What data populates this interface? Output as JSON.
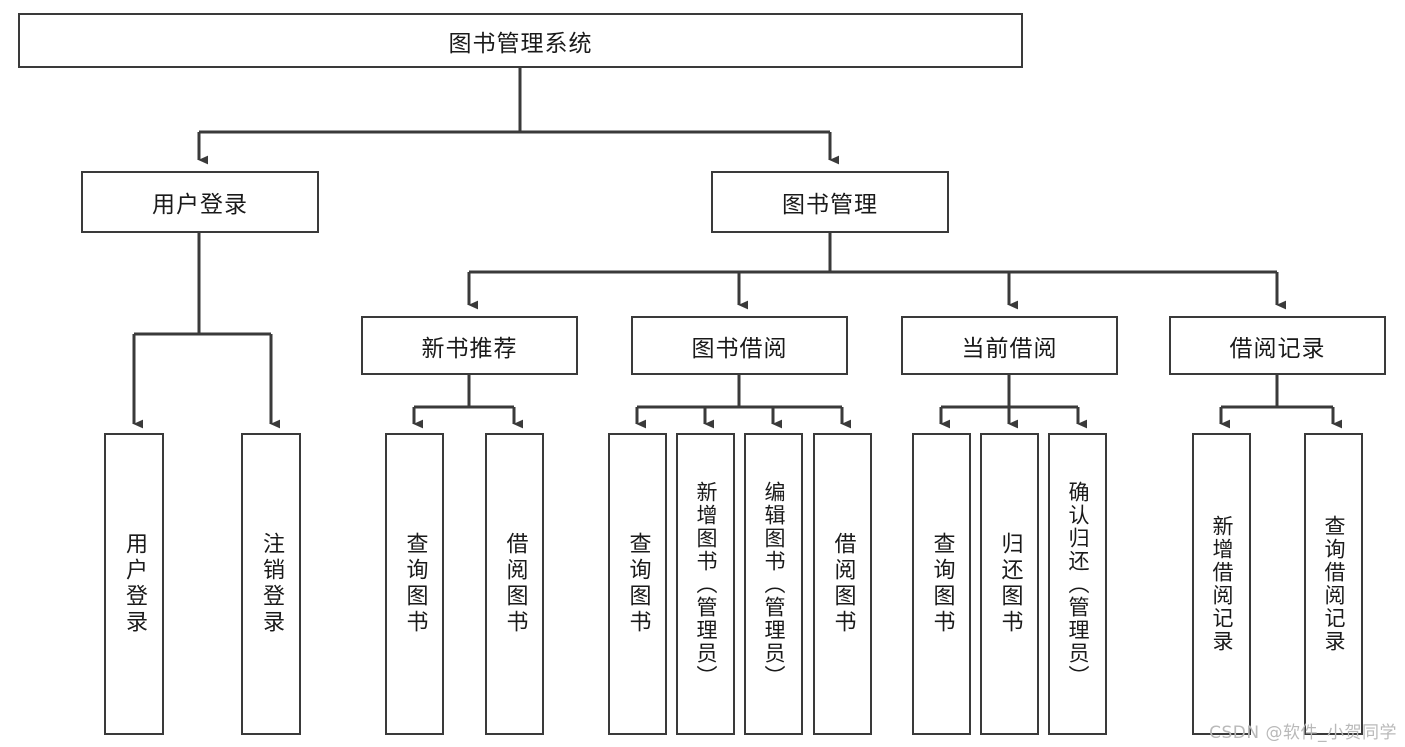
{
  "diagram": {
    "type": "hierarchy-tree",
    "title": "图书管理系统",
    "stroke_color": "#3a3a3a",
    "background_color": "#ffffff",
    "levels": {
      "root": {
        "label": "图书管理系统"
      },
      "level2": [
        {
          "label": "用户登录"
        },
        {
          "label": "图书管理"
        }
      ],
      "level3": [
        {
          "label": "新书推荐"
        },
        {
          "label": "图书借阅"
        },
        {
          "label": "当前借阅"
        },
        {
          "label": "借阅记录"
        }
      ],
      "leaves": {
        "user_login": [
          {
            "label": "用户登录"
          },
          {
            "label": "注销登录"
          }
        ],
        "new_book_recommend": [
          {
            "label": "查询图书"
          },
          {
            "label": "借阅图书"
          }
        ],
        "book_borrow": [
          {
            "label": "查询图书"
          },
          {
            "label": "新增图书（管理员）"
          },
          {
            "label": "编辑图书（管理员）"
          },
          {
            "label": "借阅图书"
          }
        ],
        "current_borrow": [
          {
            "label": "查询图书"
          },
          {
            "label": "归还图书"
          },
          {
            "label": "确认归还（管理员）"
          }
        ],
        "borrow_record": [
          {
            "label": "新增借阅记录"
          },
          {
            "label": "查询借阅记录"
          }
        ]
      }
    }
  },
  "watermark": {
    "text": "CSDN @软件_小贺同学"
  }
}
